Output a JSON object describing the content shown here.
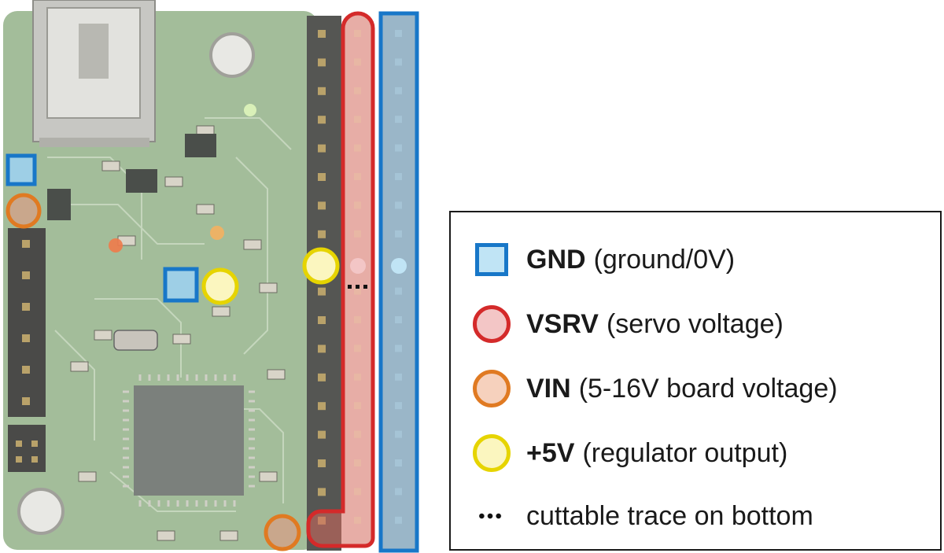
{
  "legend": [
    {
      "symbol": "square",
      "label": "GND",
      "desc": "(ground/0V)",
      "stroke": "#1877c8",
      "fill": "#c0e4f5"
    },
    {
      "symbol": "circle",
      "label": "VSRV",
      "desc": "(servo voltage)",
      "stroke": "#d42a2a",
      "fill": "#f3c6c6"
    },
    {
      "symbol": "circle",
      "label": "VIN",
      "desc": "(5-16V board voltage)",
      "stroke": "#e07a22",
      "fill": "#f6d1bd"
    },
    {
      "symbol": "circle",
      "label": "+5V",
      "desc": "(regulator output)",
      "stroke": "#e6d400",
      "fill": "#fbf6bf"
    },
    {
      "symbol": "dots",
      "label": "",
      "desc": "cuttable trace on bottom",
      "stroke": "#111111",
      "fill": ""
    }
  ],
  "colors": {
    "gnd": "#1877c8",
    "vsrv": "#d42a2a",
    "vin": "#e07a22",
    "v5": "#e6d400",
    "board": "#a3bd9a"
  }
}
